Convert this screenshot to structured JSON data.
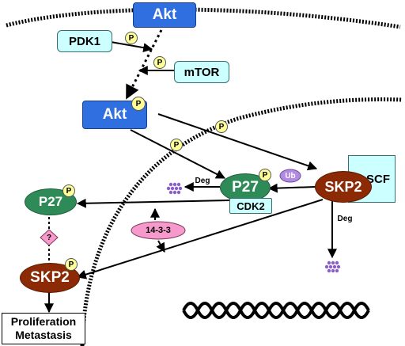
{
  "akt_top": "Akt",
  "pdk1": "PDK1",
  "mtor": "mTOR",
  "akt_mid": "Akt",
  "p_label": "P",
  "p27_nuclear": "P27",
  "cdk2": "CDK2",
  "skp2_nuclear": "SKP2",
  "scf": "SCF",
  "ub": "Ub",
  "deg": "Deg",
  "p27_cyto": "P27",
  "question": "?",
  "fourteen33": "14-3-3",
  "skp2_cyto": "SKP2",
  "output_line1": "Proliferation",
  "output_line2": "Metastasis",
  "colors": {
    "akt_blue": "#2f6fe0",
    "kinase_box": "#ccffff",
    "p27_green": "#2e8b57",
    "skp2_brown": "#8b2a05",
    "phospho_yellow": "#ffff99",
    "ub_purple": "#b28be0",
    "fourteen33_pink": "#f59acb",
    "question_pink": "#f59acb",
    "degradation_purple": "#8a5fc7"
  }
}
